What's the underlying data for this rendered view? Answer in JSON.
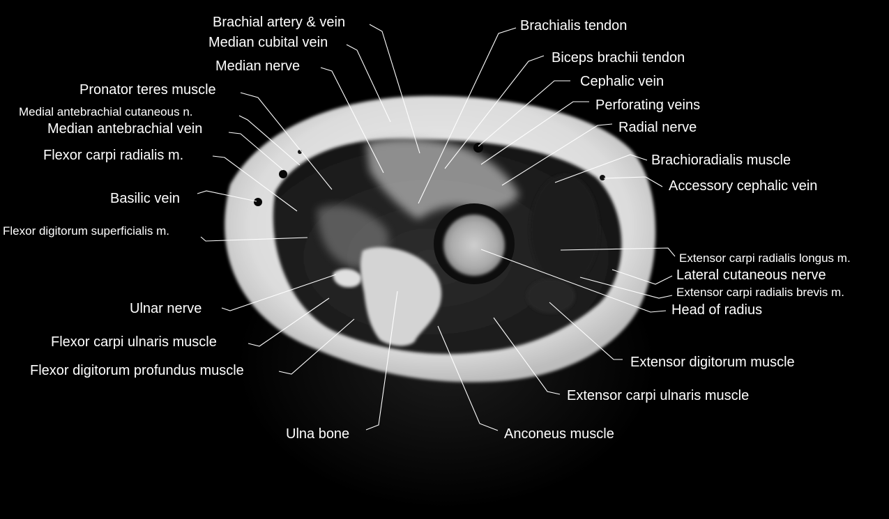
{
  "labels": {
    "brachial_artery_vein": "Brachial artery & vein",
    "median_cubital_vein": "Median cubital vein",
    "median_nerve": "Median nerve",
    "pronator_teres": "Pronator teres muscle",
    "medial_antebrachial_cutaneous": "Medial antebrachial cutaneous n.",
    "median_antebrachial_vein": "Median antebrachial vein",
    "flexor_carpi_radialis": "Flexor carpi radialis m.",
    "basilic_vein": "Basilic vein",
    "flexor_digitorum_superficialis": "Flexor digitorum superficialis m.",
    "ulnar_nerve": "Ulnar nerve",
    "flexor_carpi_ulnaris": "Flexor carpi ulnaris muscle",
    "flexor_digitorum_profundus": "Flexor digitorum profundus muscle",
    "ulna_bone": "Ulna bone",
    "anconeus": "Anconeus muscle",
    "brachialis_tendon": "Brachialis tendon",
    "biceps_brachii_tendon": "Biceps brachii tendon",
    "cephalic_vein": "Cephalic vein",
    "perforating_veins": "Perforating veins",
    "radial_nerve": "Radial nerve",
    "brachioradialis": "Brachioradialis muscle",
    "accessory_cephalic_vein": "Accessory cephalic vein",
    "ecr_longus": "Extensor carpi radialis longus m.",
    "lateral_cutaneous_nerve": "Lateral cutaneous nerve",
    "ecr_brevis": "Extensor carpi radialis brevis m.",
    "head_of_radius": "Head of radius",
    "extensor_digitorum": "Extensor digitorum muscle",
    "extensor_carpi_ulnaris": "Extensor carpi ulnaris muscle"
  }
}
